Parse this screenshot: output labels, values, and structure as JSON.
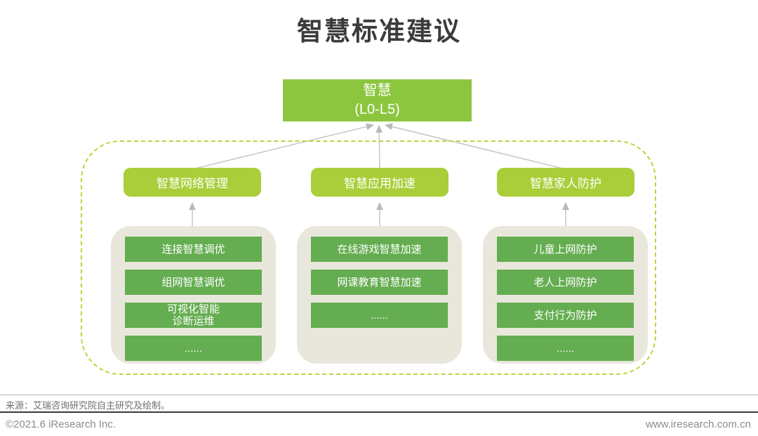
{
  "page": {
    "title": "智慧标准建议"
  },
  "diagram": {
    "root": {
      "line1": "智慧",
      "line2": "(L0-L5)"
    },
    "branches": [
      {
        "label": "智慧网络管理",
        "items": [
          "连接智慧调优",
          "组网智慧调优",
          "可视化智能\n诊断运维",
          "......"
        ]
      },
      {
        "label": "智慧应用加速",
        "items": [
          "在线游戏智慧加速",
          "网课教育智慧加速",
          "......"
        ]
      },
      {
        "label": "智慧家人防护",
        "items": [
          "儿童上网防护",
          "老人上网防护",
          "支付行为防护",
          "......"
        ]
      }
    ]
  },
  "footer": {
    "source": "来源：艾瑞咨询研究院自主研究及绘制。",
    "copyright": "©2021.6 iResearch Inc.",
    "website": "www.iresearch.com.cn"
  },
  "colors": {
    "root_green": "#8cc63f",
    "branch_green": "#a9ce39",
    "leaf_green": "#64ad50",
    "panel_beige": "#e9e7db",
    "dashed_border": "#bbd53f",
    "arrow_gray": "#bdbdbd",
    "title_text": "#3b3b3b",
    "footer_text": "#8c8c8c"
  }
}
